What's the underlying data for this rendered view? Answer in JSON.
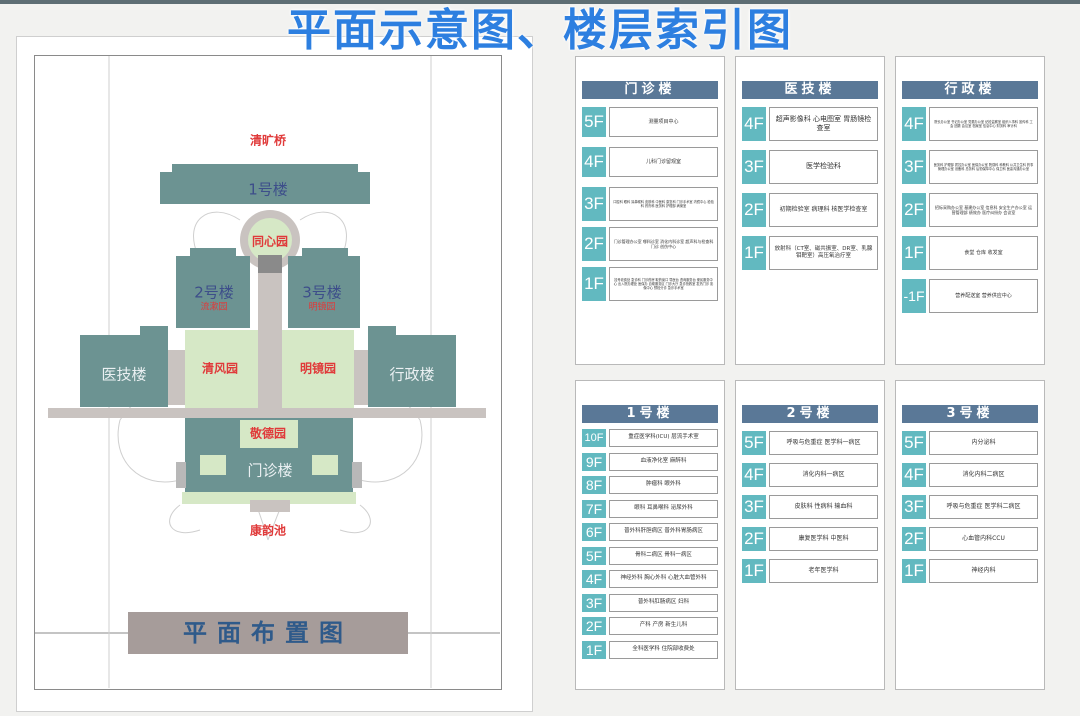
{
  "title": "平面示意图、楼层索引图",
  "plan": {
    "labels": {
      "qingkuang": "清旷桥",
      "b1": "1号楼",
      "tongxin": "同心园",
      "b2": "2号楼",
      "b2_sub": "流漱园",
      "b3": "3号楼",
      "b3_sub": "明镜园",
      "yiji": "医技楼",
      "qingfeng": "清风园",
      "mingjing": "明镜园",
      "xingzheng": "行政楼",
      "jingde": "敬德园",
      "menzhen": "门诊楼",
      "kangyun": "康韵池"
    },
    "banner": "平面布置图"
  },
  "panels": {
    "menzhen": {
      "title": "门诊楼",
      "floors": [
        {
          "f": "5F",
          "d": "测量项目中心"
        },
        {
          "f": "4F",
          "d": "儿科门诊留观室"
        },
        {
          "f": "3F",
          "d": "口腔科 眼科 耳鼻喉科 皮肤科 中医科 康复科 门诊手术室 内镜中心 检验科 药剂科 医务科 护理部 病案室"
        },
        {
          "f": "2F",
          "d": "门诊管理办公室 哪科诊室 消化内科诊室 超声科与检查科门诊 创伤中心"
        },
        {
          "f": "1F",
          "d": "挂号收费处 急诊科 门诊药房 取药窗口 导医台 咨询服务台 便民服务中心 出入院办理处 医保办 自助服务区 门诊大厅 急诊抢救室 发热门诊 影像中心 预检分诊 急诊手术室"
        }
      ]
    },
    "yiji": {
      "title": "医技楼",
      "floors": [
        {
          "f": "4F",
          "d": "超声影像科 心电图室 胃肠镜检查室"
        },
        {
          "f": "3F",
          "d": "医学检验科"
        },
        {
          "f": "2F",
          "d": "初期检验室 病理科 核医学检查室"
        },
        {
          "f": "1F",
          "d": "放射科（CT室、磁共振室、DR室、乳腺钼靶室）高压氧治疗室"
        }
      ]
    },
    "xingzheng": {
      "title": "行政楼",
      "floors": [
        {
          "f": "4F",
          "d": "院长办公室 书记办公室 党委办公室 纪检监察室 组织人事科 宣传科 工会 团委 会议室 档案室 信息中心 财务科 审计科"
        },
        {
          "f": "3F",
          "d": "医务科 护理部 质控办公室 医保办公室 院感科 科教科 公共卫生科 药事管理办公室 设备科 总务科 后勤保障中心 保卫科 医患沟通办公室"
        },
        {
          "f": "2F",
          "d": "招标采购办公室 基建办公室 信息科 安全生产办公室 运营管理部 绩效办 医疗纠纷办 会议室"
        },
        {
          "f": "1F",
          "d": "食堂 仓库 收发室"
        },
        {
          "f": "-1F",
          "d": "营养配送室 营养供应中心"
        }
      ]
    },
    "b1": {
      "title": "1号楼",
      "floors": [
        {
          "f": "10F",
          "d": "重症医学科(ICU) 层流手术室"
        },
        {
          "f": "9F",
          "d": "血液净化室 麻醉科"
        },
        {
          "f": "8F",
          "d": "肿瘤科 眼外科"
        },
        {
          "f": "7F",
          "d": "眼科 耳鼻喉科 泌尿外科"
        },
        {
          "f": "6F",
          "d": "普外科肝胆病区 普外科胃肠病区"
        },
        {
          "f": "5F",
          "d": "骨科二病区 骨科一病区"
        },
        {
          "f": "4F",
          "d": "神经外科 胸心外科 心脏大血管外科"
        },
        {
          "f": "3F",
          "d": "普外科肛肠病区 妇科"
        },
        {
          "f": "2F",
          "d": "产科 产房 新生儿科"
        },
        {
          "f": "1F",
          "d": "全科医学科 住院部收费处"
        }
      ]
    },
    "b2": {
      "title": "2号楼",
      "floors": [
        {
          "f": "5F",
          "d": "呼吸与危重症 医学科一病区"
        },
        {
          "f": "4F",
          "d": "消化内科一病区"
        },
        {
          "f": "3F",
          "d": "皮肤科 性病科 输血科"
        },
        {
          "f": "2F",
          "d": "康复医学科 中医科"
        },
        {
          "f": "1F",
          "d": "老年医学科"
        }
      ]
    },
    "b3": {
      "title": "3号楼",
      "floors": [
        {
          "f": "5F",
          "d": "内分泌科"
        },
        {
          "f": "4F",
          "d": "消化内科二病区"
        },
        {
          "f": "3F",
          "d": "呼吸与危重症 医学科二病区"
        },
        {
          "f": "2F",
          "d": "心血管内科CCU"
        },
        {
          "f": "1F",
          "d": "神经内科"
        }
      ]
    }
  }
}
